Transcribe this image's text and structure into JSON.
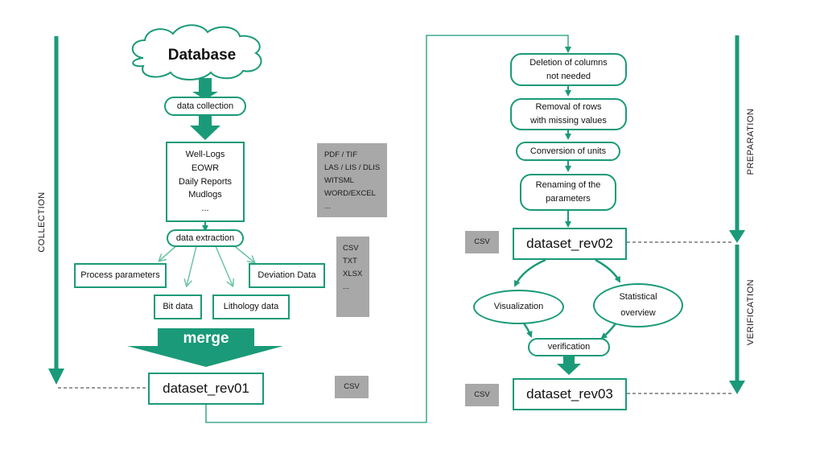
{
  "collection": {
    "phase_label": "COLLECTION",
    "database": "Database",
    "data_collection": "data collection",
    "sources": [
      "Well-Logs",
      "EOWR",
      "Daily Reports",
      "Mudlogs",
      "..."
    ],
    "source_formats": [
      "PDF / TIF",
      "LAS / LIS / DLIS",
      "WITSML",
      "WORD/EXCEL",
      "..."
    ],
    "data_extraction": "data extraction",
    "extracted": {
      "process_parameters": "Process parameters",
      "bit_data": "Bit data",
      "lithology_data": "Lithology data",
      "deviation_data": "Deviation Data"
    },
    "extract_formats": [
      "CSV",
      "TXT",
      "XLSX",
      "..."
    ],
    "merge": "merge",
    "dataset": "dataset_rev01",
    "dataset_format": "CSV"
  },
  "preparation": {
    "phase_label": "PREPARATION",
    "steps": [
      {
        "line1": "Deletion of columns",
        "line2": "not needed"
      },
      {
        "line1": "Removal of rows",
        "line2": "with missing values"
      },
      {
        "line1": "Conversion of units",
        "line2": ""
      },
      {
        "line1": "Renaming of the",
        "line2": "parameters"
      }
    ],
    "dataset": "dataset_rev02",
    "dataset_format": "CSV"
  },
  "verification": {
    "phase_label": "VERIFICATION",
    "visualization": "Visualization",
    "statistical_line1": "Statistical",
    "statistical_line2": "overview",
    "verification": "verification",
    "dataset": "dataset_rev03",
    "dataset_format": "CSV"
  }
}
